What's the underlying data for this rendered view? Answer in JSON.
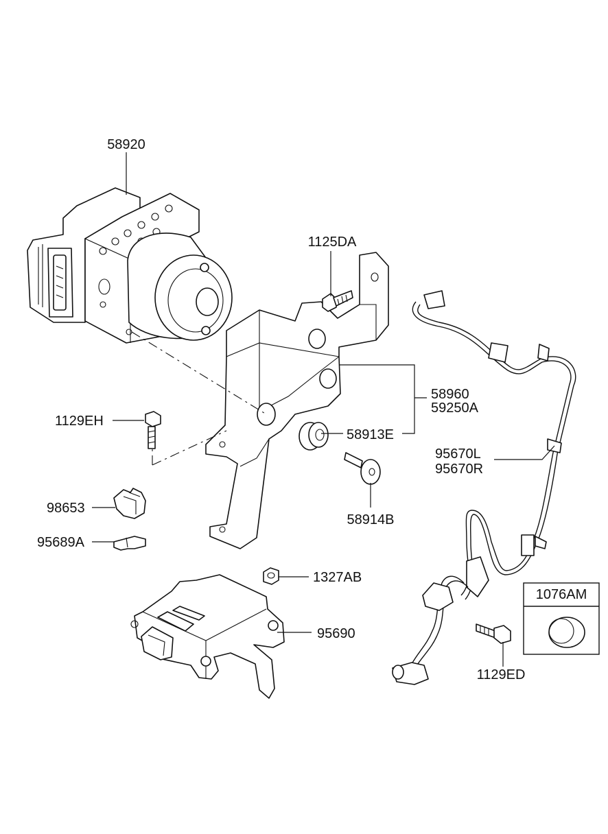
{
  "labels": {
    "abs_unit": "58920",
    "bracket_bolt": "1125DA",
    "bracket_a": "58960",
    "bracket_b": "59250A",
    "grommet": "58913E",
    "bolt_eh": "1129EH",
    "collar": "58914B",
    "clip": "98653",
    "clamp": "95689A",
    "nut": "1327AB",
    "sensor_unit": "95690",
    "wheel_sensor_l": "95670L",
    "wheel_sensor_r": "95670R",
    "plug_box": "1076AM",
    "bolt_ed": "1129ED"
  }
}
